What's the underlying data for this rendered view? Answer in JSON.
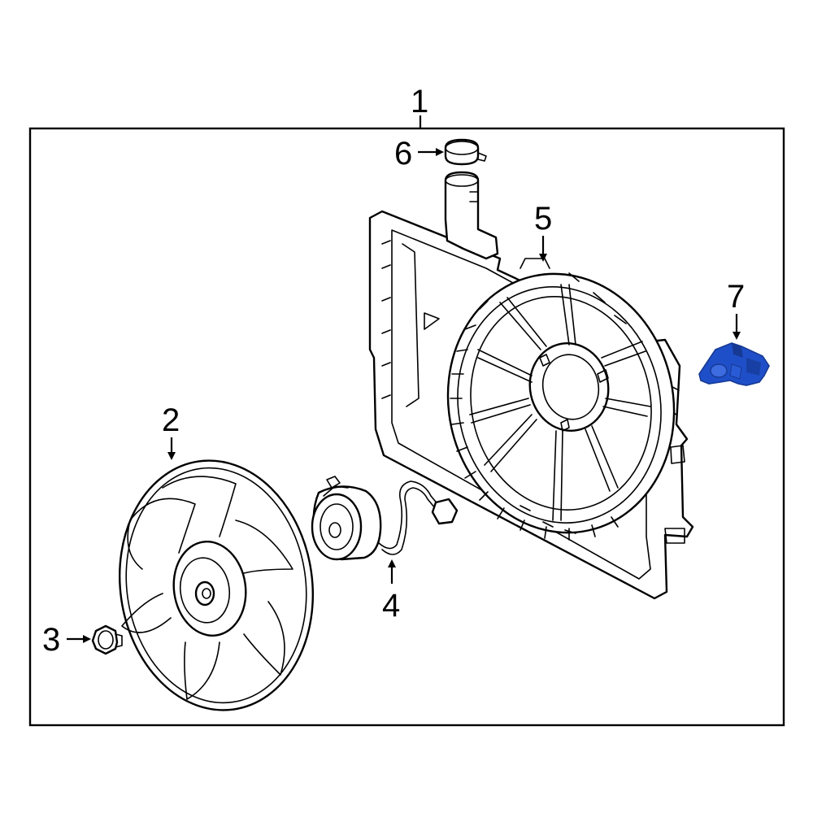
{
  "callouts": {
    "c1": "1",
    "c2": "2",
    "c3": "3",
    "c4": "4",
    "c5": "5",
    "c6": "6",
    "c7": "7"
  },
  "colors": {
    "highlight": "#1f4fc8",
    "highlight_dark": "#163a94",
    "line": "#000000",
    "background": "#ffffff"
  },
  "icons": {
    "highlighted_part": "resistor-icon"
  }
}
